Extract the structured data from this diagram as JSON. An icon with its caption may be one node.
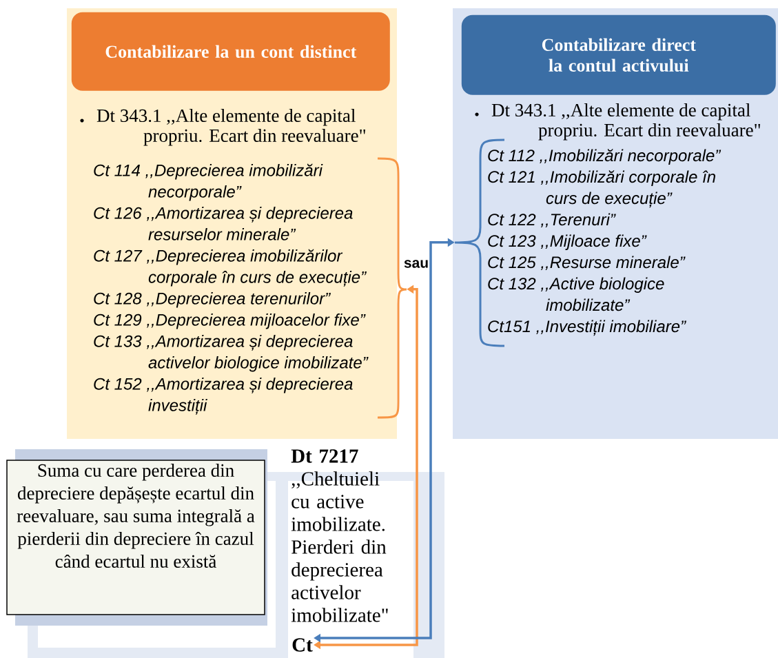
{
  "diagram": {
    "nodes": [
      {
        "text": [],
        "shape": "box"
      },
      {
        "text": [
          "Contabilizare la un cont distinct"
        ],
        "in": 0
      },
      {
        "text": [
          "Dt 343.1 ,,Alte elemente  de capital propriu. Ecart din reevaluare\""
        ],
        "in": 0
      },
      {
        "text": [
          "Ct 114 ,,Deprecierea imobilizări necorporale”",
          "Ct 126 ,,Amortizarea și deprecierea resurselor minerale”",
          "Ct 127 ,,Deprecierea imobilizărilor corporale în curs de execuție”",
          "Ct 128 ,,Deprecierea terenurilor”",
          "Ct 129 ,,Deprecierea mijloacelor fixe”",
          "Ct 133 ,,Amortizarea și deprecierea activelor biologice imobilizate”",
          "Ct 152 ,,Amortizarea și deprecierea investiții"
        ],
        "in": 0
      },
      {
        "text": [],
        "shape": "box"
      },
      {
        "text": [
          "Contabilizare direct la contul activului"
        ],
        "in": 4
      },
      {
        "text": [
          "Dt 343.1 ,,Alte elemente  de capital propriu. Ecart din reevaluare\""
        ],
        "in": 4
      },
      {
        "text": [
          "Ct 112 ,,Imobilizări necorporale”",
          "Ct  121 ,,Imobilizări corporale în curs de execuție”",
          "Ct 122 ,,Terenuri”",
          "Ct 123 ,,Mijloace fixe”",
          "Ct 125 ,,Resurse minerale”",
          "Ct 132 ,,Active biologice imobilizate”",
          "Ct151 ,,Investiții imobiliare”"
        ],
        "in": 4
      },
      {
        "text": [
          "Suma cu care perderea din depreciere depășește ecartul din reevaluare, sau suma integrală a pierderii din depreciere în cazul când ecartul nu există"
        ]
      },
      {
        "text": [
          "Dt 7217",
          ",,Cheltuieli cu active imobilizate. Pierderi din deprecierea activelor imobilizate\""
        ]
      },
      {
        "text": [
          "Ct"
        ]
      }
    ],
    "edges": [
      {
        "from": 10,
        "to": 3,
        "arrow": "both",
        "color": "#f79646"
      },
      {
        "from": 10,
        "to": 7,
        "arrow": "both",
        "color": "#4a7ebb"
      }
    ],
    "labels": [
      "sau"
    ]
  }
}
